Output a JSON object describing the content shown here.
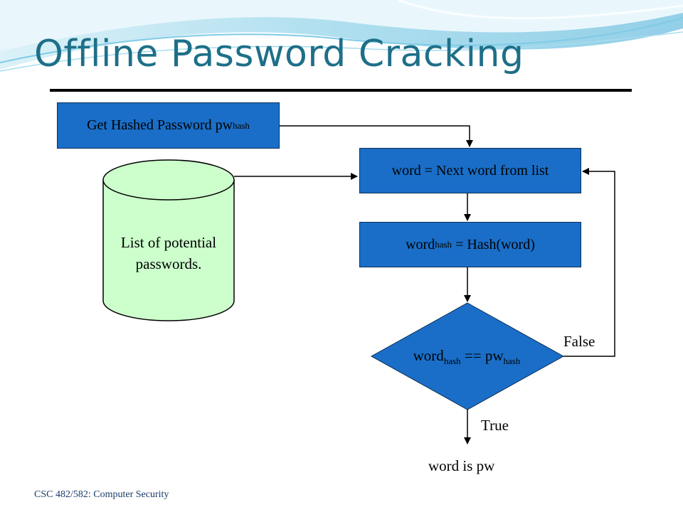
{
  "slide": {
    "title": "Offline Password Cracking",
    "footer": "CSC 482/582: Computer Security"
  },
  "diagram": {
    "get_hash": {
      "text": "Get Hashed Password pw",
      "sub": "hash"
    },
    "database": {
      "line1": "List of potential",
      "line2": "passwords."
    },
    "next_word": {
      "text": "word = Next word from list"
    },
    "hash_word": {
      "text_a": "word",
      "sub": "hash",
      "text_b": " = Hash(word)"
    },
    "decision": {
      "text_a": "word",
      "sub_a": "hash",
      "text_b": " == pw",
      "sub_b": "hash"
    },
    "false_label": "False",
    "true_label": "True",
    "result": "word is pw"
  },
  "colors": {
    "title": "#1e6f88",
    "box_fill": "#1a6ec7",
    "database_fill": "#ccffcc",
    "background_wave": "#4fb6d8"
  }
}
